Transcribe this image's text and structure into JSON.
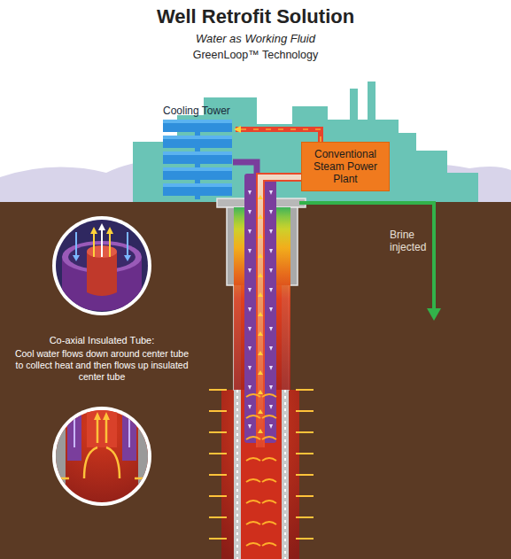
{
  "diagram": {
    "title": "Well Retrofit Solution",
    "nodes": [
      {
        "text": [
          "Cooling Tower"
        ]
      },
      {
        "text": [
          "Conventional Steam Power Plant"
        ]
      }
    ],
    "edges": [
      {
        "from": 1,
        "to": 0,
        "arrow": "to"
      }
    ],
    "labels": [
      "Water as Working Fluid",
      "GreenLoop™ Technology",
      "Brine injected",
      "Co-axial Insulated Tube:",
      "Cool water flows down around center tube to collect heat and then flows up insulated center tube"
    ]
  }
}
